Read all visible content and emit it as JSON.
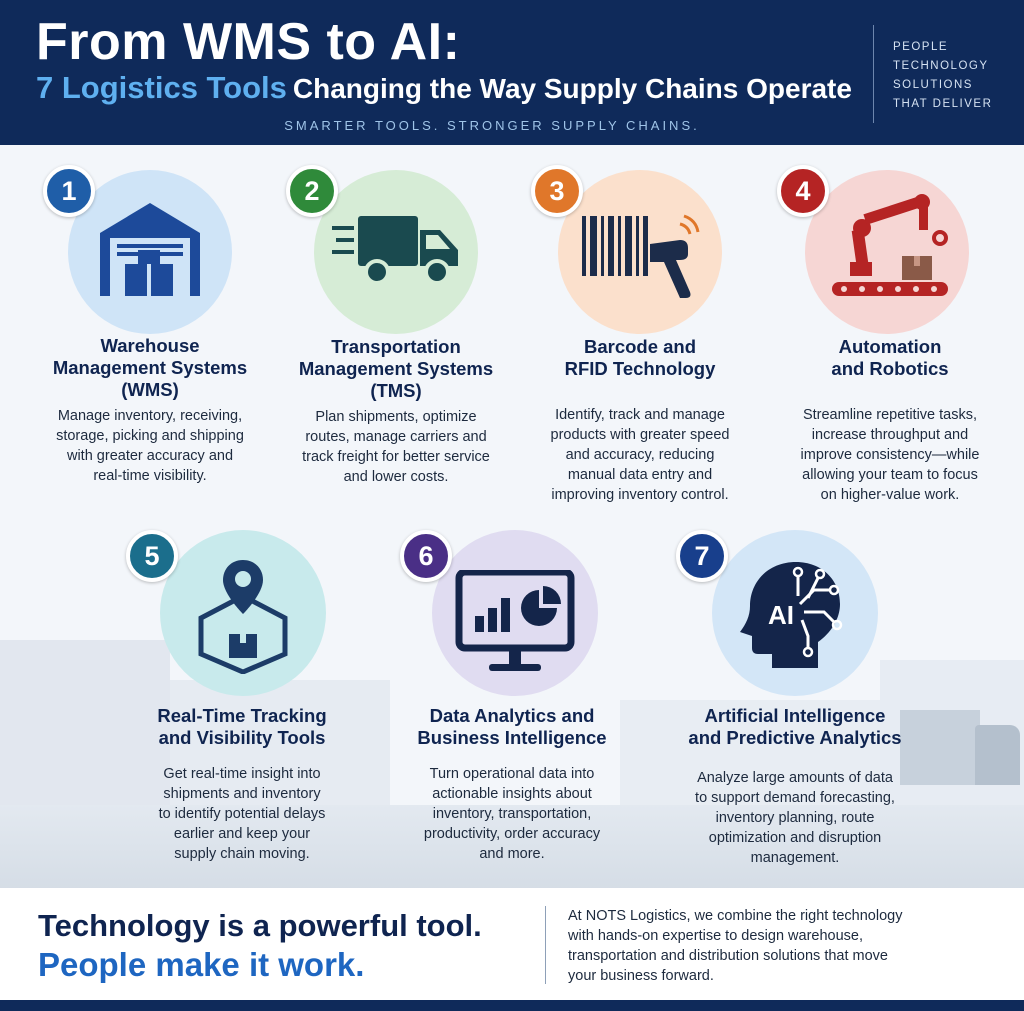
{
  "header": {
    "title_line1": "From WMS to AI:",
    "title_highlight": "7 Logistics Tools",
    "title_rest": "Changing the Way Supply Chains Operate",
    "tagline": "SMARTER TOOLS. STRONGER SUPPLY CHAINS.",
    "brand_lines": [
      "PEOPLE",
      "TECHNOLOGY",
      "SOLUTIONS",
      "THAT DELIVER"
    ]
  },
  "tools": [
    {
      "number": "1",
      "icon": "warehouse-icon",
      "title": "Warehouse\nManagement Systems\n(WMS)",
      "description": "Manage inventory, receiving,\nstorage, picking and shipping\nwith greater accuracy and\nreal-time visibility.",
      "badge_color": "#1f5ea8",
      "circle_color": "#cfe4f7"
    },
    {
      "number": "2",
      "icon": "delivery-truck-icon",
      "title": "Transportation\nManagement Systems\n(TMS)",
      "description": "Plan shipments, optimize\nroutes, manage carriers and\ntrack freight for better service\nand lower costs.",
      "badge_color": "#2f8a3a",
      "circle_color": "#d6ecd6"
    },
    {
      "number": "3",
      "icon": "barcode-scanner-icon",
      "title": "Barcode and\nRFID Technology",
      "description": "Identify, track and manage\nproducts with greater speed\nand accuracy, reducing\nmanual data entry and\nimproving inventory control.",
      "badge_color": "#e0772a",
      "circle_color": "#fbe0cc"
    },
    {
      "number": "4",
      "icon": "robotic-arm-icon",
      "title": "Automation\nand Robotics",
      "description": "Streamline repetitive tasks,\nincrease throughput and\nimprove consistency—while\nallowing your team to focus\non higher-value work.",
      "badge_color": "#b52424",
      "circle_color": "#f6d6d4"
    },
    {
      "number": "5",
      "icon": "location-pin-box-icon",
      "title": "Real-Time Tracking\nand Visibility Tools",
      "description": "Get real-time insight into\nshipments and inventory\nto identify potential delays\nearlier and keep your\nsupply chain moving.",
      "badge_color": "#1b6e8c",
      "circle_color": "#c8eaec"
    },
    {
      "number": "6",
      "icon": "analytics-monitor-icon",
      "title": "Data Analytics and\nBusiness Intelligence",
      "description": "Turn operational data into\nactionable insights about\ninventory, transportation,\nproductivity, order accuracy\nand more.",
      "badge_color": "#4a2f86",
      "circle_color": "#e0dcf1"
    },
    {
      "number": "7",
      "icon": "ai-head-icon",
      "title": "Artificial Intelligence\nand Predictive Analytics",
      "description": "Analyze large amounts of data\nto support demand forecasting,\ninventory planning, route\noptimization and disruption\nmanagement.",
      "badge_color": "#183f8c",
      "circle_color": "#d3e6f7"
    }
  ],
  "footer": {
    "line1": "Technology is a powerful tool.",
    "line2": "People make it work.",
    "text": "At NOTS Logistics, we combine the right technology\nwith hands-on expertise to design warehouse,\ntransportation and distribution solutions that move\nyour business forward."
  }
}
